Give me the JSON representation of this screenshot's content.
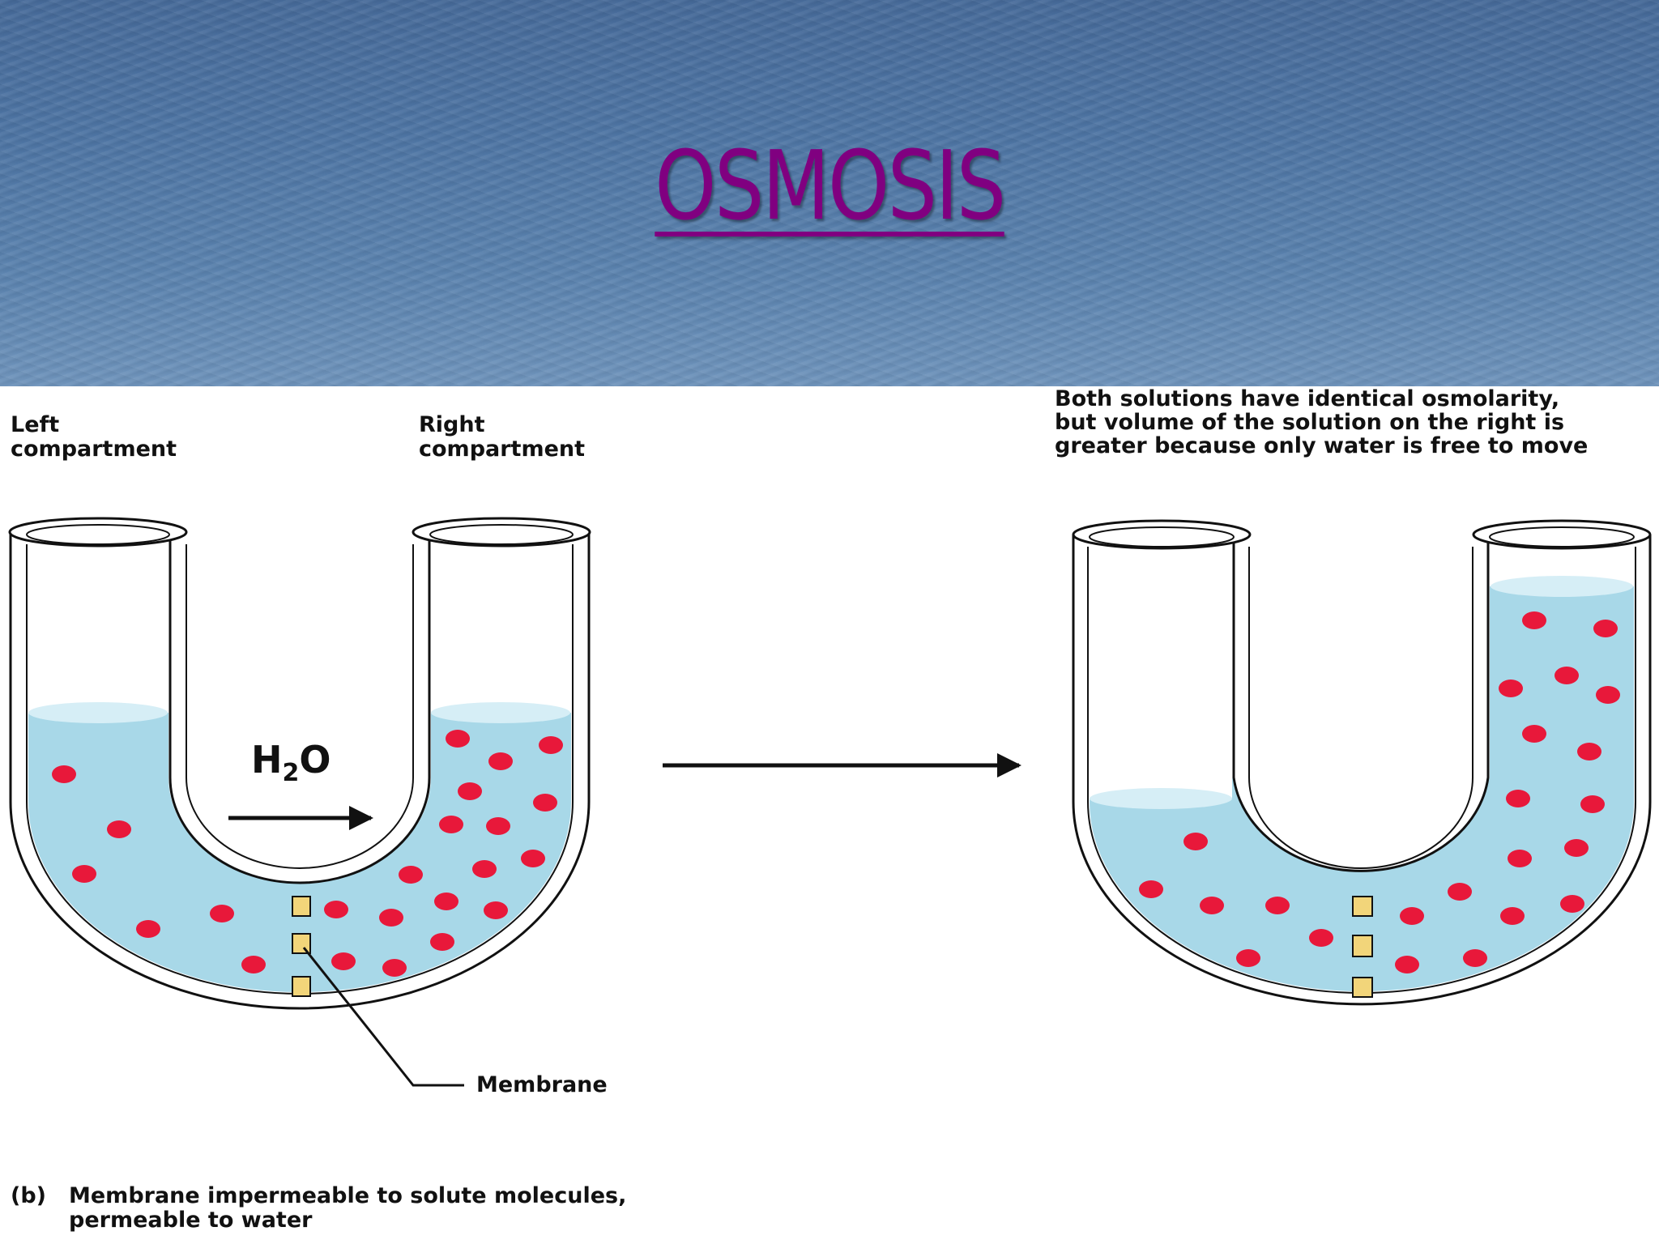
{
  "slide": {
    "title": "OSMOSIS"
  },
  "diagram": {
    "left_compartment_label": [
      "Left",
      "compartment"
    ],
    "right_compartment_label": [
      "Right",
      "compartment"
    ],
    "water_formula": {
      "main": "H",
      "subscript": "2",
      "rest": "O"
    },
    "membrane_label": "Membrane",
    "result_note": [
      "Both solutions have identical osmolarity,",
      "but volume of the solution on the right is",
      "greater because only water is free to move"
    ],
    "caption_tag": "(b)",
    "caption_text": [
      "Membrane impermeable to solute molecules,",
      "permeable to water"
    ]
  },
  "colors": {
    "title": "#800080",
    "water": "#a8d8e8",
    "water_surface": "#d6eef6",
    "solute": "#e8183a",
    "membrane_pore": "#f2d57a"
  }
}
